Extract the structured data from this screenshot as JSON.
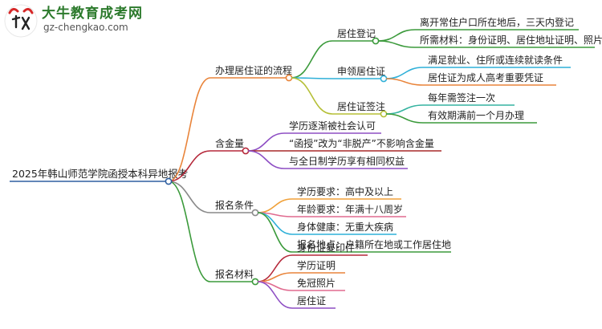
{
  "logo": {
    "title": "大牛教育成考网",
    "url_text": "gz-chengkao.com",
    "icon": "bull-mascot-icon"
  },
  "mindmap": {
    "root": "2025年韩山师范学院函授本科异地报考",
    "branches": [
      {
        "label": "办理居住证的流程",
        "color": "#e9843a",
        "children": [
          {
            "label": "居住登记",
            "color": "#3b9a3b",
            "leaves": [
              {
                "label": "离开常住户口所在地后，三天内登记",
                "color": "#3b9a3b"
              },
              {
                "label": "所需材料：身份证明、居住地址证明、照片",
                "color": "#3b9a3b"
              }
            ]
          },
          {
            "label": "申领居住证",
            "color": "#2fb0d8",
            "leaves": [
              {
                "label": "满足就业、住所或连续就读条件",
                "color": "#2fb0d8"
              },
              {
                "label": "居住证为成人高考重要凭证",
                "color": "#e9843a"
              }
            ]
          },
          {
            "label": "居住证签注",
            "color": "#b5bf36",
            "leaves": [
              {
                "label": "每年需签注一次",
                "color": "#35b3a0"
              },
              {
                "label": "有效期满前一个月办理",
                "color": "#3b9a3b"
              }
            ]
          }
        ]
      },
      {
        "label": "含金量",
        "color": "#b5283a",
        "children": [
          {
            "label": "学历逐渐被社会认可",
            "color": "#8e4fc4"
          },
          {
            "label": "“函授”改为“非脱产”不影响含金量",
            "color": "#a82a2a"
          },
          {
            "label": "与全日制学历享有相同权益",
            "color": "#8e4fc4"
          }
        ]
      },
      {
        "label": "报名条件",
        "color": "#8a8a8a",
        "children": [
          {
            "label": "学历要求：高中及以上",
            "color": "#f0a13a"
          },
          {
            "label": "年龄要求：年满十八周岁",
            "color": "#e06a8f"
          },
          {
            "label": "身体健康：无重大疾病",
            "color": "#2fb0d8"
          },
          {
            "label": "报名地点：户籍所在地或工作居住地",
            "color": "#3b9a3b"
          }
        ]
      },
      {
        "label": "报名材料",
        "color": "#3b9a3b",
        "children": [
          {
            "label": "身份证复印件",
            "color": "#b5283a"
          },
          {
            "label": "学历证明",
            "color": "#e9843a"
          },
          {
            "label": "免冠照片",
            "color": "#e06a8f"
          },
          {
            "label": "居住证",
            "color": "#8e4fc4"
          }
        ]
      }
    ]
  }
}
